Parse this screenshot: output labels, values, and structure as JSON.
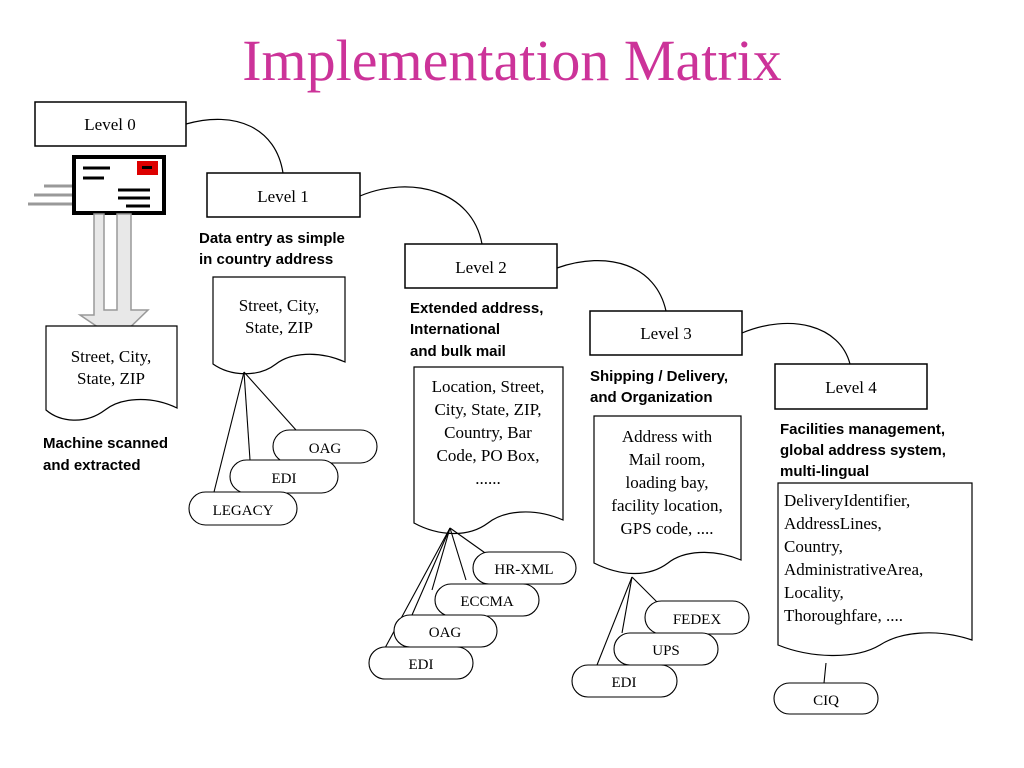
{
  "title": "Implementation Matrix",
  "title_color": "#cc3399",
  "levels": [
    {
      "label": "Level 0"
    },
    {
      "label": "Level 1"
    },
    {
      "label": "Level 2"
    },
    {
      "label": "Level 3"
    },
    {
      "label": "Level 4"
    }
  ],
  "descriptions": [
    [
      "Machine scanned",
      "and extracted"
    ],
    [
      "Data entry as simple",
      "in country address"
    ],
    [
      "Extended address,",
      "International",
      "and bulk mail"
    ],
    [
      "Shipping / Delivery,",
      "and Organization"
    ],
    [
      "Facilities management,",
      "global address system,",
      "multi-lingual"
    ]
  ],
  "documents": [
    [
      "Street, City,",
      "State, ZIP"
    ],
    [
      "Street, City,",
      "State, ZIP"
    ],
    [
      "Location, Street,",
      "City, State, ZIP,",
      "Country, Bar",
      "Code, PO Box,",
      "......"
    ],
    [
      "Address with",
      "Mail room,",
      "loading bay,",
      "facility location,",
      "GPS code, ...."
    ],
    [
      "DeliveryIdentifier,",
      "AddressLines,",
      "Country,",
      "AdministrativeArea,",
      "Locality,",
      "Thoroughfare, ...."
    ]
  ],
  "standards": {
    "level1": [
      "OAG",
      "EDI",
      "LEGACY"
    ],
    "level2": [
      "HR-XML",
      "ECCMA",
      "OAG",
      "EDI"
    ],
    "level3": [
      "FEDEX",
      "UPS",
      "EDI"
    ],
    "level4": [
      "CIQ"
    ]
  },
  "envelope_icon": "envelope-icon",
  "arrow_icon": "down-arrow-icon",
  "envelope_stamp_color": "#dd0000"
}
